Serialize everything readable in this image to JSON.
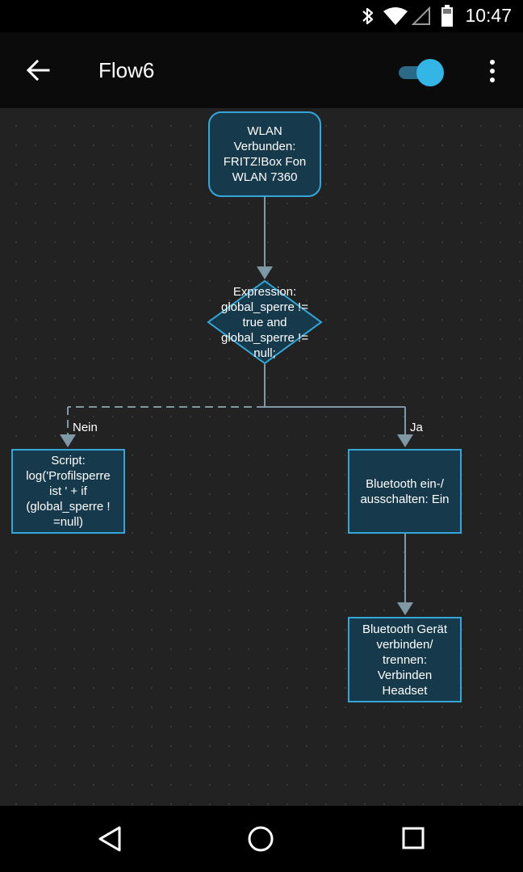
{
  "status_bar": {
    "time": "10:47",
    "icons": [
      "bluetooth-icon",
      "wifi-icon",
      "signal-icon",
      "battery-icon"
    ]
  },
  "app_bar": {
    "title": "Flow6",
    "back_icon": "arrow-left-icon",
    "toggle_on": true,
    "overflow_icon": "more-vert-icon"
  },
  "flow": {
    "trigger": "WLAN Verbunden:\nFRITZ!Box Fon\nWLAN 7360",
    "condition": "Expression:\nglobal_sperre !=\ntrue and\nglobal_sperre !=\nnull;",
    "no_label": "Nein",
    "yes_label": "Ja",
    "no_action": "Script:\nlog('Profilsperre\nist ' + if\n(global_sperre !\n=null)",
    "yes_action_1": "Bluetooth ein-/\nausschalten: Ein",
    "yes_action_2": "Bluetooth Gerät\nverbinden/\ntrennen:\nVerbinden\nHeadset"
  },
  "colors": {
    "node_fill": "#163a4c",
    "node_border": "#34a7d8",
    "edge": "#7e98a6",
    "accent": "#33b5e5"
  },
  "nav_bar": {
    "icons": [
      "back-triangle-icon",
      "home-circle-icon",
      "recents-square-icon"
    ]
  }
}
